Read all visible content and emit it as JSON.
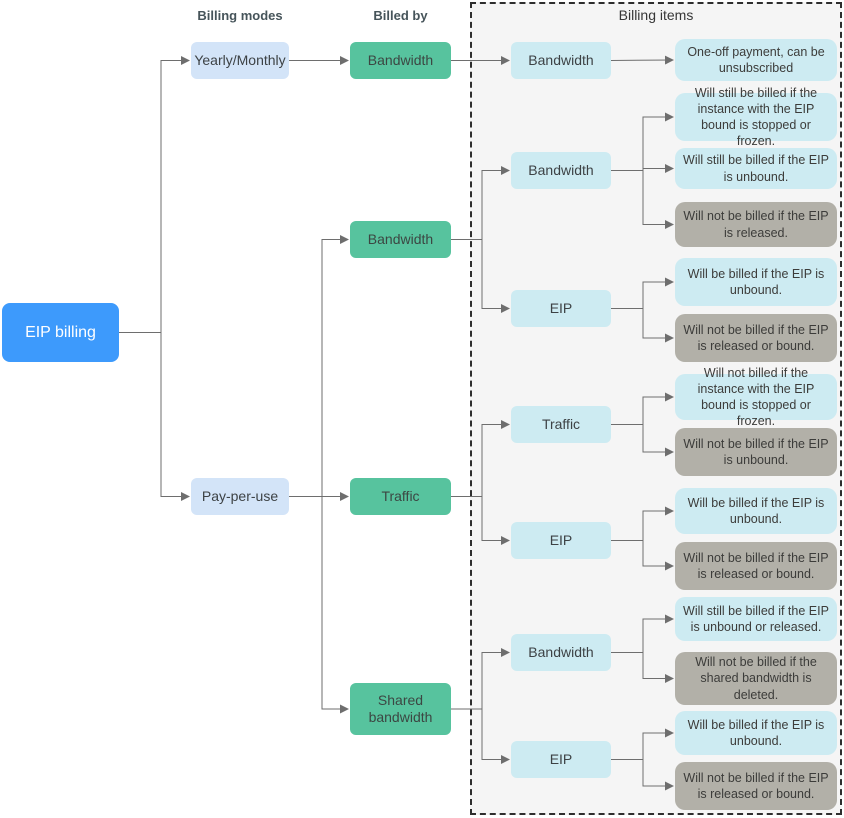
{
  "headers": {
    "billing_modes": "Billing modes",
    "billed_by": "Billed by",
    "billing_items": "Billing items"
  },
  "root": {
    "label": "EIP billing"
  },
  "modes": [
    {
      "label": "Yearly/Monthly"
    },
    {
      "label": "Pay-per-use"
    }
  ],
  "billed_by": [
    {
      "label": "Bandwidth"
    },
    {
      "label": "Bandwidth"
    },
    {
      "label": "Traffic"
    },
    {
      "label": "Shared bandwidth"
    }
  ],
  "billing_item_types": [
    {
      "label": "Bandwidth"
    },
    {
      "label": "Bandwidth"
    },
    {
      "label": "EIP"
    },
    {
      "label": "Traffic"
    },
    {
      "label": "EIP"
    },
    {
      "label": "Bandwidth"
    },
    {
      "label": "EIP"
    }
  ],
  "billing_items": [
    {
      "text": "One-off payment, can be unsubscribed",
      "variant": "billed"
    },
    {
      "text": "Will still be billed if the instance with the EIP bound is stopped or frozen.",
      "variant": "billed"
    },
    {
      "text": "Will still be billed if the EIP is unbound.",
      "variant": "billed"
    },
    {
      "text": "Will not be billed if the EIP is released.",
      "variant": "not-billed"
    },
    {
      "text": "Will be billed if the EIP is unbound.",
      "variant": "billed"
    },
    {
      "text": "Will not be billed if the EIP is released or bound.",
      "variant": "not-billed"
    },
    {
      "text": "Will not billed if the instance with the EIP bound is stopped or frozen.",
      "variant": "billed"
    },
    {
      "text": "Will not be billed if the EIP is unbound.",
      "variant": "not-billed"
    },
    {
      "text": "Will be billed if the EIP is unbound.",
      "variant": "billed"
    },
    {
      "text": "Will not be billed if the EIP is released or bound.",
      "variant": "not-billed"
    },
    {
      "text": "Will still be billed if the EIP is unbound or released.",
      "variant": "billed"
    },
    {
      "text": "Will not be billed if the shared bandwidth is deleted.",
      "variant": "not-billed"
    },
    {
      "text": "Will be billed if the EIP is unbound.",
      "variant": "billed"
    },
    {
      "text": "Will not be billed if the EIP is released or bound.",
      "variant": "not-billed"
    }
  ],
  "colors": {
    "root_blue": "#3d9afc",
    "mode_blue": "#d3e4f8",
    "billed_green": "#57c39e",
    "type_cyan": "#cdebf2",
    "item_cyan": "#cdebf2",
    "item_gray": "#b2b0a8",
    "panel_bg": "#f5f5f5",
    "connector": "#6e6e6e"
  }
}
